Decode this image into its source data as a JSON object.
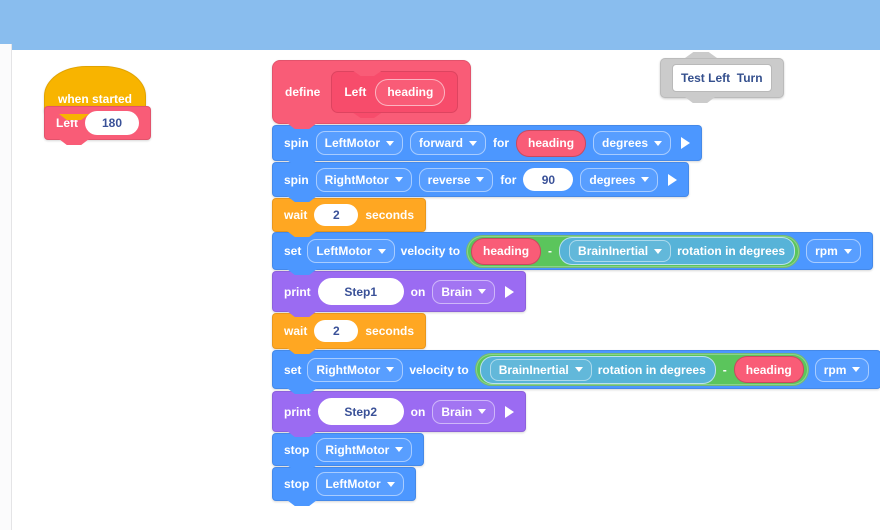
{
  "colors": {
    "header_bar": "#89BDEE",
    "motion_blue": "#4C97FF",
    "events_gold": "#F8B400",
    "control_orange": "#FFA722",
    "looks_purple": "#9B6BF2",
    "myblocks_pink": "#F95C77",
    "myblocks_pink_dark": "#F74C6B",
    "operators_green": "#5BC55C",
    "sensing_teal": "#57B3D8",
    "comment_gray": "#CBCBCB",
    "field_text": "#3A5198"
  },
  "start_script": {
    "hat_label": "when started",
    "call_name": "Left",
    "call_arg": "180"
  },
  "define_block": {
    "keyword": "define",
    "name": "Left",
    "param": "heading"
  },
  "stack": {
    "spin_left": {
      "kw": "spin",
      "motor": "LeftMotor",
      "direction": "forward",
      "for_label": "for",
      "amount": "heading",
      "unit": "degrees"
    },
    "spin_right": {
      "kw": "spin",
      "motor": "RightMotor",
      "direction": "reverse",
      "for_label": "for",
      "amount": "90",
      "unit": "degrees"
    },
    "wait_1": {
      "kw": "wait",
      "seconds": "2",
      "unit": "seconds"
    },
    "set_left": {
      "kw": "set",
      "motor": "LeftMotor",
      "label": "velocity to",
      "lhs": "heading",
      "operator": "-",
      "sensor": "BrainInertial",
      "sensor_suffix": "rotation in degrees",
      "unit": "rpm"
    },
    "print_1": {
      "kw": "print",
      "text": "Step1",
      "on_label": "on",
      "target": "Brain"
    },
    "wait_2": {
      "kw": "wait",
      "seconds": "2",
      "unit": "seconds"
    },
    "set_right": {
      "kw": "set",
      "motor": "RightMotor",
      "label": "velocity to",
      "sensor": "BrainInertial",
      "sensor_suffix": "rotation in degrees",
      "operator": "-",
      "rhs": "heading",
      "unit": "rpm"
    },
    "print_2": {
      "kw": "print",
      "text": "Step2",
      "on_label": "on",
      "target": "Brain"
    },
    "stop_right": {
      "kw": "stop",
      "motor": "RightMotor"
    },
    "stop_left": {
      "kw": "stop",
      "motor": "LeftMotor"
    }
  },
  "comment_block": {
    "text": "Test Left  Turn"
  }
}
